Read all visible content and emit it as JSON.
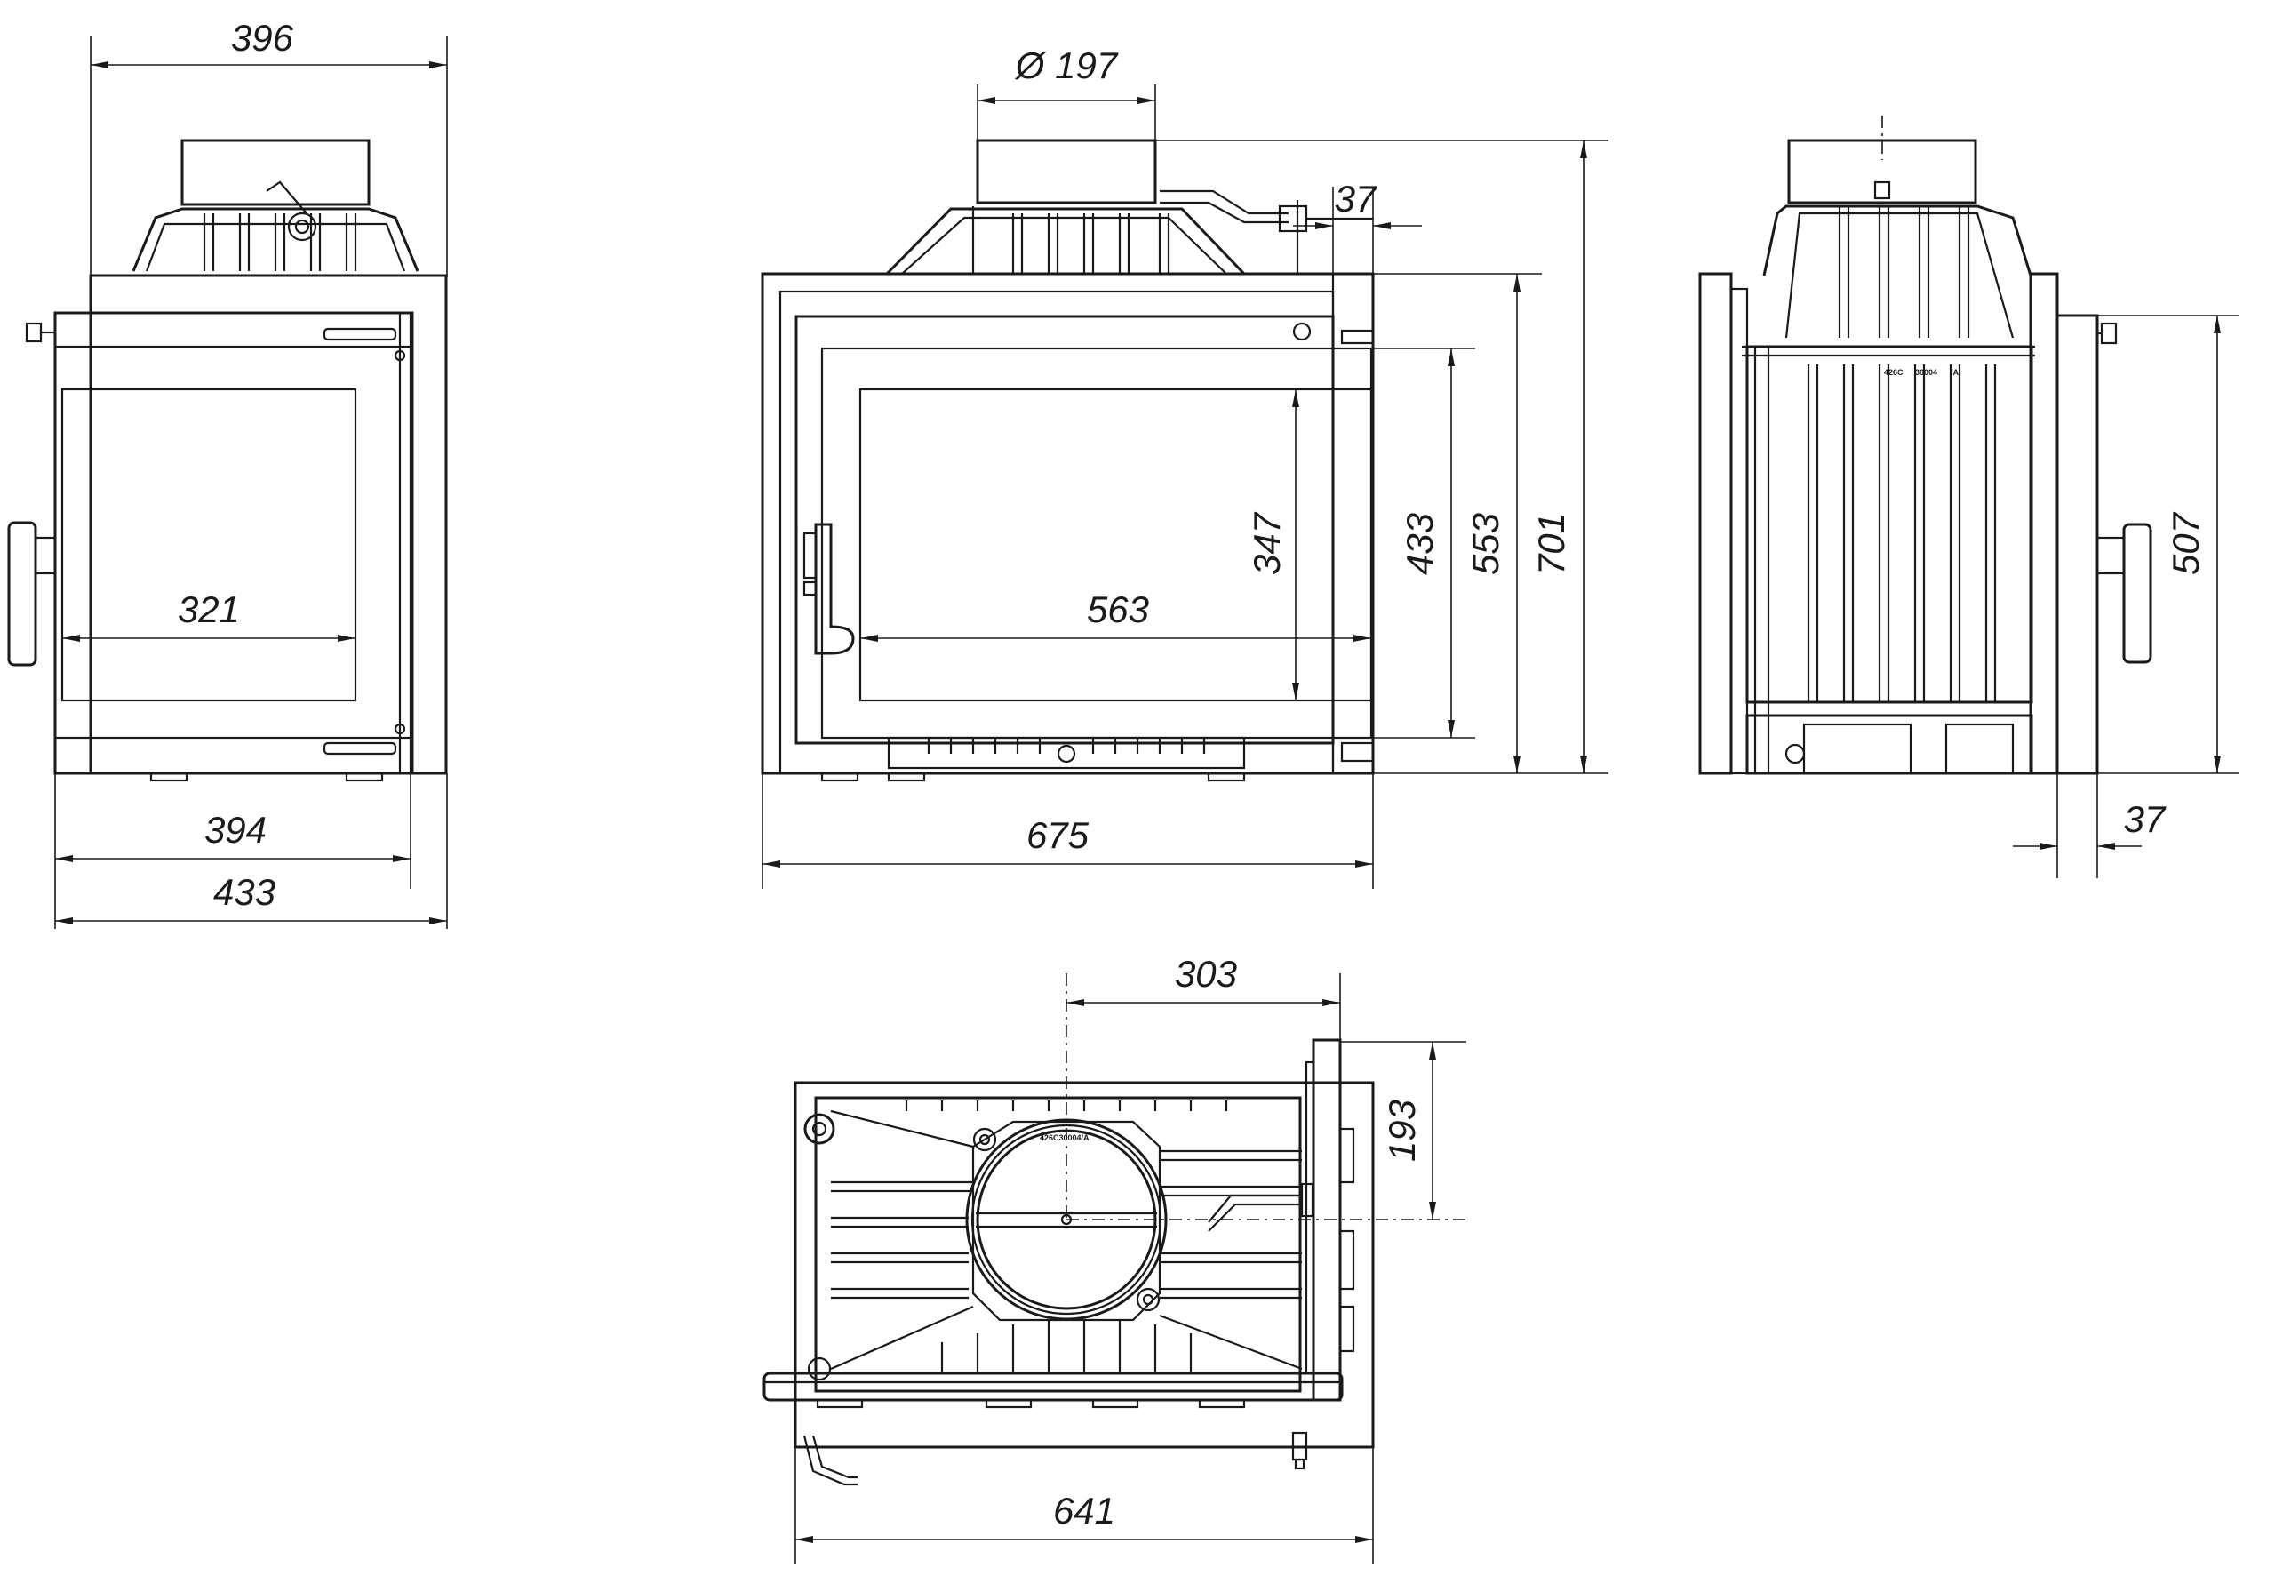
{
  "front_view": {
    "top_width": "396",
    "flue_diameter": "Ø 197",
    "frame_offset": "37",
    "glass_width": "563",
    "glass_height": "347",
    "door_height": "433",
    "body_height": "553",
    "total_height": "701",
    "total_width": "675"
  },
  "left_view": {
    "glass_width": "321",
    "door_width": "394",
    "total_width": "433"
  },
  "right_view": {
    "side_height": "507",
    "frame_offset": "37",
    "plate_label_1": "426C",
    "plate_label_2": "30004",
    "plate_label_3": "/A"
  },
  "top_view": {
    "flue_offset_x": "303",
    "flue_offset_y": "193",
    "total_depth": "641",
    "flange_label": "426C30004/A"
  }
}
